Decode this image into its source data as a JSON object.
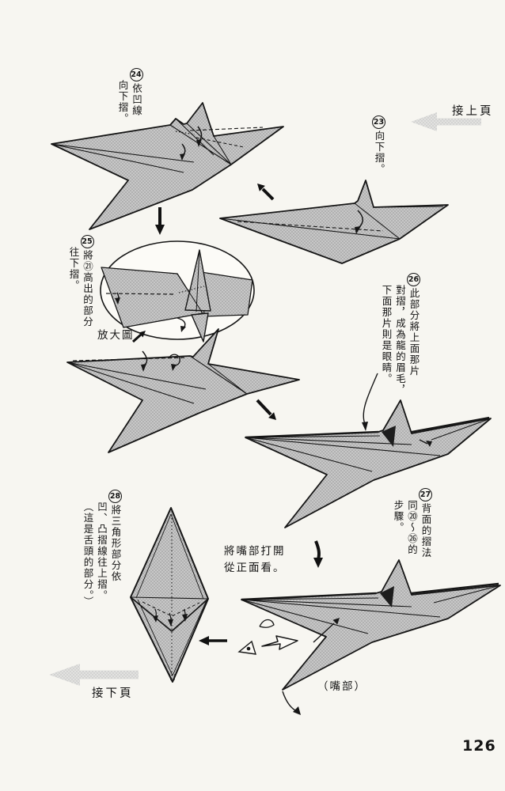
{
  "page_number": "126",
  "nav": {
    "prev_label": "接上頁",
    "next_label": "接下頁"
  },
  "steps": {
    "s23": {
      "num": "23",
      "cols": [
        "向下摺。"
      ]
    },
    "s24": {
      "num": "24",
      "cols": [
        "依凹線",
        "向下摺。"
      ]
    },
    "s25": {
      "num": "25",
      "cols": [
        "將㉑高出的部分",
        "往下摺。"
      ]
    },
    "s26": {
      "num": "26",
      "cols": [
        "此部分將上面那片",
        "對摺，成為龍的眉毛，",
        "下面那片則是眼睛。"
      ]
    },
    "s27": {
      "num": "27",
      "cols": [
        "背面的摺法",
        "同⑳～㉖的",
        "步驟。"
      ]
    },
    "s28": {
      "num": "28",
      "cols": [
        "將三角形部分依",
        "凹、凸摺線往上摺。",
        "（這是舌頭的部分。）"
      ]
    }
  },
  "labels": {
    "magnified_view": "放大圖",
    "open_mouth_line1": "將嘴部打開",
    "open_mouth_line2": "從正面看。",
    "mouth_part": "（嘴部）"
  },
  "colors": {
    "paper": "#f7f6f1",
    "fold_paper": "#c4c4c4",
    "ink": "#161616",
    "nav_arrow": "#d6d6d6"
  }
}
